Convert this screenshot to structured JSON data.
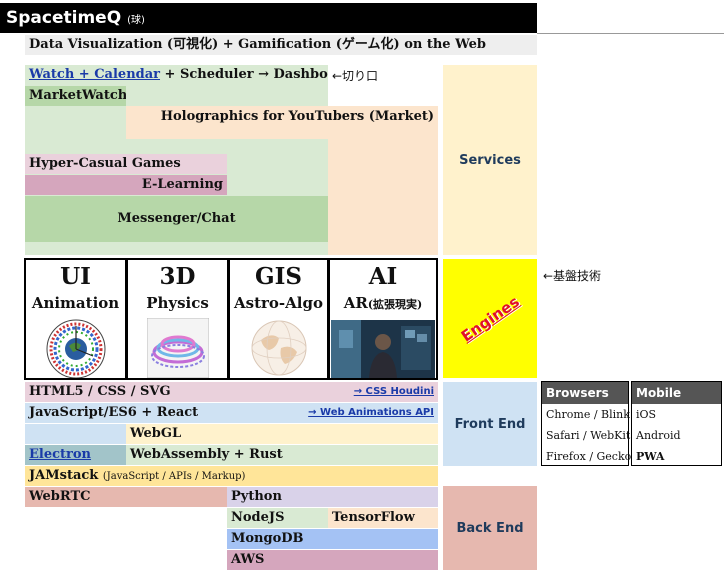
{
  "header": {
    "title": "SpacetimeQ",
    "title_suffix": "(球)",
    "tagline": "Data Visualization (可視化) + Gamification (ゲーム化) on the Web"
  },
  "apps": {
    "watch": "Watch + Calendar",
    "scheduler": " + Scheduler → Dashboard",
    "entry_note": "←切り口",
    "marketwatch": "MarketWatch",
    "holographics": "Holographics for YouTubers (Market)",
    "hyper_casual": "Hyper-Casual Games",
    "elearning": "E-Learning",
    "messenger": "Messenger/Chat"
  },
  "sections": {
    "services": "Services",
    "engines": "Engines",
    "engines_note": "←基盤技術",
    "front_end": "Front End",
    "back_end": "Back End"
  },
  "engines": [
    {
      "title": "UI",
      "subtitle": "Animation",
      "subtitle_small": ""
    },
    {
      "title": "3D",
      "subtitle": "Physics",
      "subtitle_small": ""
    },
    {
      "title": "GIS",
      "subtitle": "Astro-Algo",
      "subtitle_small": ""
    },
    {
      "title": "AI",
      "subtitle": "AR",
      "subtitle_small": "(拡張現実)"
    }
  ],
  "frontend": {
    "html": "HTML5 / CSS / SVG",
    "houdini": "→ CSS Houdini",
    "js": "JavaScript/ES6 + React",
    "web_anim": "→ Web Animations API",
    "webgl": "WebGL",
    "electron": "Electron",
    "wasm": "WebAssembly + Rust",
    "jamstack": "JAMstack",
    "jamstack_small": "(JavaScript / APIs / Markup)"
  },
  "backend": {
    "webrtc": "WebRTC",
    "python": "Python",
    "nodejs": "NodeJS",
    "tensorflow": "TensorFlow",
    "mongodb": "MongoDB",
    "aws": "AWS"
  },
  "platforms": {
    "browsers_header": "Browsers",
    "browsers": [
      "Chrome / Blink",
      "Safari / WebKit",
      "Firefox / Gecko"
    ],
    "mobile_header": "Mobile",
    "mobile": [
      "iOS",
      "Android",
      "PWA"
    ]
  },
  "colors": {
    "services_bg": "#fff2cc",
    "engines_bg": "#ffff00",
    "engines_text": "#e0102a",
    "frontend_bg": "#cfe2f3",
    "backend_bg": "#e6b8af",
    "green": "#d9ead3",
    "green_dark": "#b6d7a8",
    "peach": "#fce5cd",
    "pink": "#ead1dc",
    "mauve": "#d5a6bd",
    "link": "#1a3aa8"
  }
}
